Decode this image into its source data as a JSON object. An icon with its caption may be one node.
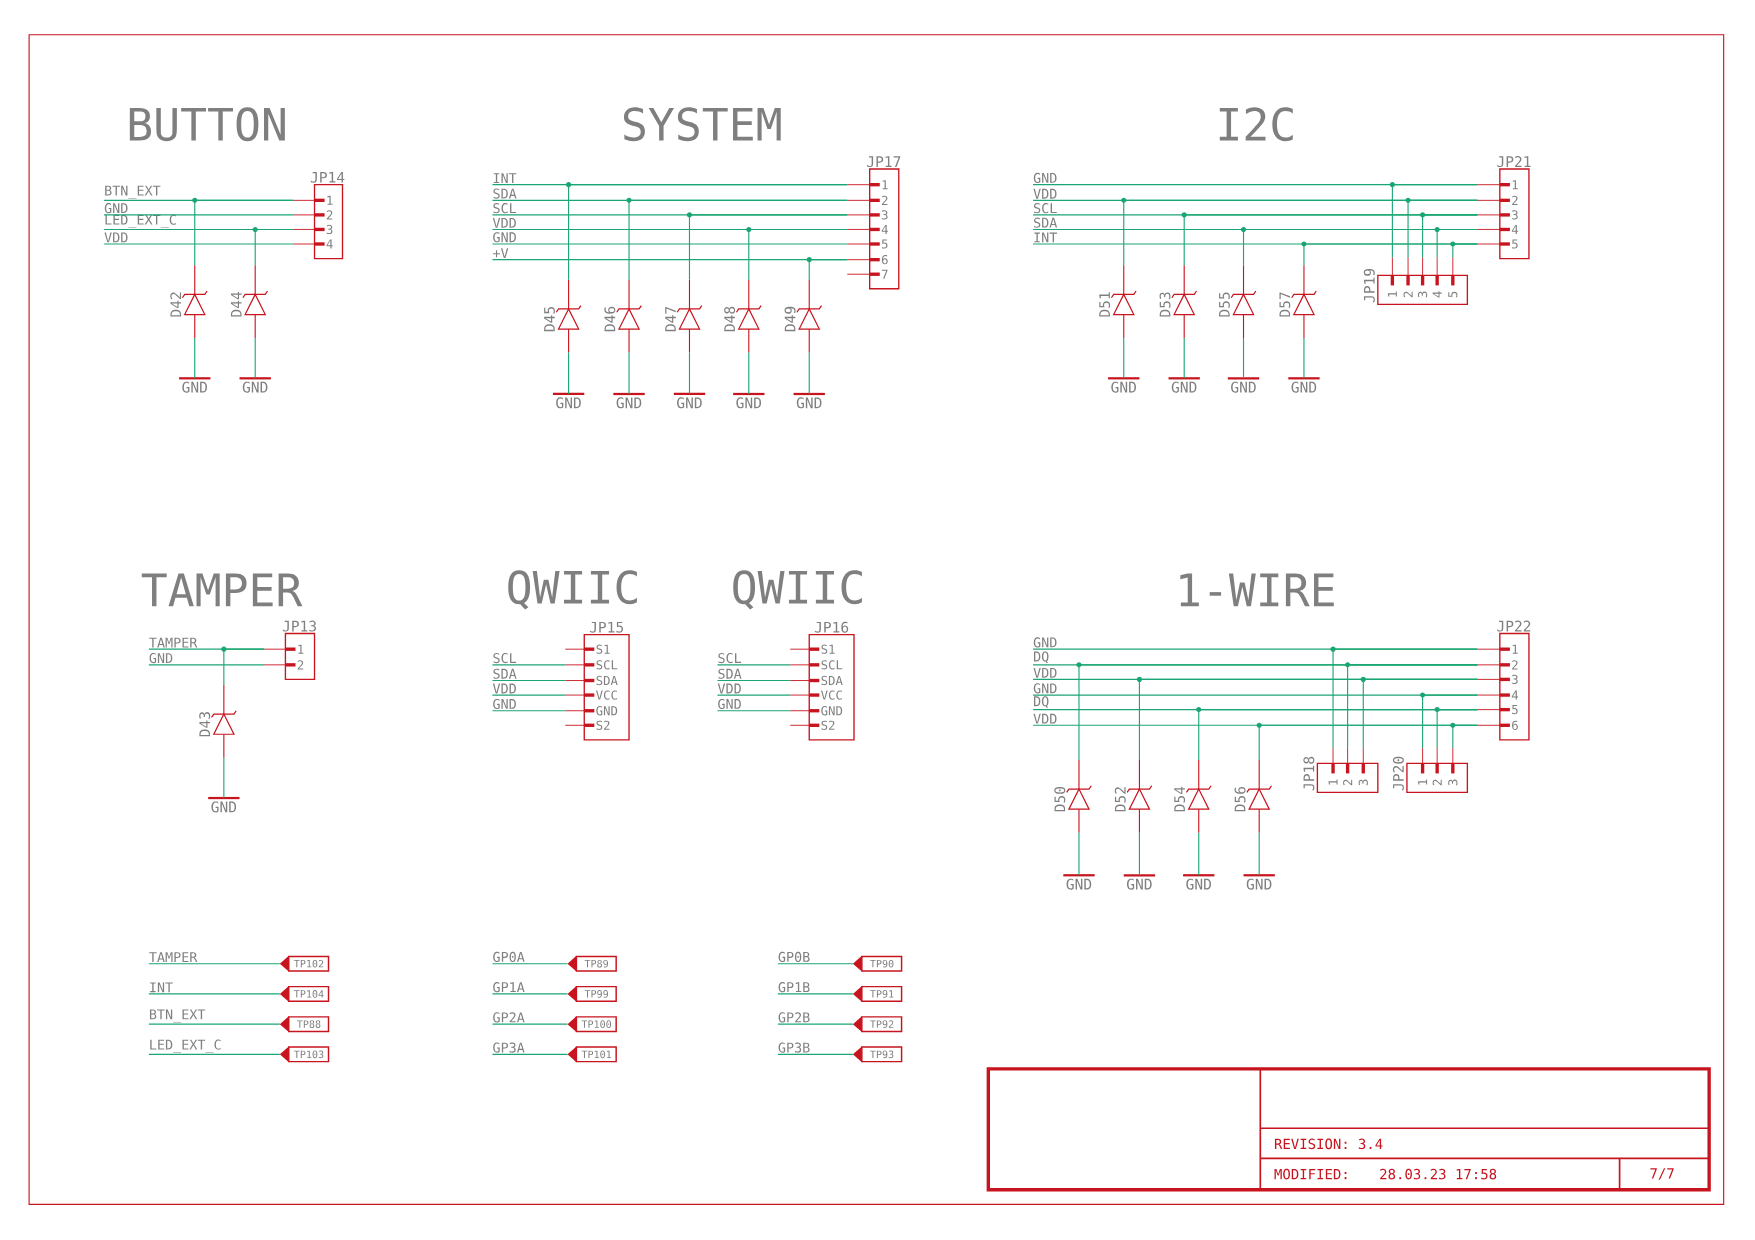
{
  "diagram": {
    "nodes": [
      {
        "text": [
          "BTN_EXT"
        ]
      },
      {
        "text": [
          "GND"
        ]
      },
      {
        "text": [
          "LED_EXT_C"
        ]
      },
      {
        "text": [
          "VDD"
        ]
      },
      {
        "text": [
          "JP14",
          "1",
          "2",
          "3",
          "4"
        ]
      },
      {
        "text": [
          "D42"
        ]
      },
      {
        "text": [
          "GND"
        ]
      },
      {
        "text": [
          "D44"
        ]
      },
      {
        "text": [
          "GND"
        ]
      },
      {
        "text": [
          "INT"
        ]
      },
      {
        "text": [
          "SDA"
        ]
      },
      {
        "text": [
          "SCL"
        ]
      },
      {
        "text": [
          "VDD"
        ]
      },
      {
        "text": [
          "GND"
        ]
      },
      {
        "text": [
          "+V"
        ]
      },
      {
        "text": [
          "JP17",
          "1",
          "2",
          "3",
          "4",
          "5",
          "6",
          "7"
        ]
      },
      {
        "text": [
          "D45"
        ]
      },
      {
        "text": [
          "GND"
        ]
      },
      {
        "text": [
          "D46"
        ]
      },
      {
        "text": [
          "GND"
        ]
      },
      {
        "text": [
          "D47"
        ]
      },
      {
        "text": [
          "GND"
        ]
      },
      {
        "text": [
          "D48"
        ]
      },
      {
        "text": [
          "GND"
        ]
      },
      {
        "text": [
          "D49"
        ]
      },
      {
        "text": [
          "GND"
        ]
      },
      {
        "text": [
          "GND"
        ]
      },
      {
        "text": [
          "VDD"
        ]
      },
      {
        "text": [
          "SCL"
        ]
      },
      {
        "text": [
          "SDA"
        ]
      },
      {
        "text": [
          "INT"
        ]
      },
      {
        "text": [
          "JP21",
          "1",
          "2",
          "3",
          "4",
          "5"
        ]
      },
      {
        "text": [
          "JP19",
          "1",
          "2",
          "3",
          "4",
          "5"
        ]
      },
      {
        "text": [
          "D51"
        ]
      },
      {
        "text": [
          "GND"
        ]
      },
      {
        "text": [
          "D53"
        ]
      },
      {
        "text": [
          "GND"
        ]
      },
      {
        "text": [
          "D55"
        ]
      },
      {
        "text": [
          "GND"
        ]
      },
      {
        "text": [
          "D57"
        ]
      },
      {
        "text": [
          "GND"
        ]
      },
      {
        "text": [
          "TAMPER"
        ]
      },
      {
        "text": [
          "GND"
        ]
      },
      {
        "text": [
          "JP13",
          "1",
          "2"
        ]
      },
      {
        "text": [
          "D43"
        ]
      },
      {
        "text": [
          "GND"
        ]
      },
      {
        "text": [
          "SCL"
        ]
      },
      {
        "text": [
          "SDA"
        ]
      },
      {
        "text": [
          "VDD"
        ]
      },
      {
        "text": [
          "GND"
        ]
      },
      {
        "text": [
          "JP15",
          "S1",
          "SCL",
          "SDA",
          "VCC",
          "GND",
          "S2"
        ]
      },
      {
        "text": [
          "SCL"
        ]
      },
      {
        "text": [
          "SDA"
        ]
      },
      {
        "text": [
          "VDD"
        ]
      },
      {
        "text": [
          "GND"
        ]
      },
      {
        "text": [
          "JP16",
          "S1",
          "SCL",
          "SDA",
          "VCC",
          "GND",
          "S2"
        ]
      },
      {
        "text": [
          "GND"
        ]
      },
      {
        "text": [
          "DQ"
        ]
      },
      {
        "text": [
          "VDD"
        ]
      },
      {
        "text": [
          "GND"
        ]
      },
      {
        "text": [
          "DQ"
        ]
      },
      {
        "text": [
          "VDD"
        ]
      },
      {
        "text": [
          "JP22",
          "1",
          "2",
          "3",
          "4",
          "5",
          "6"
        ]
      },
      {
        "text": [
          "JP18",
          "1",
          "2",
          "3"
        ]
      },
      {
        "text": [
          "JP20",
          "1",
          "2",
          "3"
        ]
      },
      {
        "text": [
          "D50"
        ]
      },
      {
        "text": [
          "GND"
        ]
      },
      {
        "text": [
          "D52"
        ]
      },
      {
        "text": [
          "GND"
        ]
      },
      {
        "text": [
          "D54"
        ]
      },
      {
        "text": [
          "GND"
        ]
      },
      {
        "text": [
          "D56"
        ]
      },
      {
        "text": [
          "GND"
        ]
      },
      {
        "text": [
          "TAMPER"
        ]
      },
      {
        "text": [
          "TP102"
        ]
      },
      {
        "text": [
          "INT"
        ]
      },
      {
        "text": [
          "TP104"
        ]
      },
      {
        "text": [
          "BTN_EXT"
        ]
      },
      {
        "text": [
          "TP88"
        ]
      },
      {
        "text": [
          "LED_EXT_C"
        ]
      },
      {
        "text": [
          "TP103"
        ]
      },
      {
        "text": [
          "GP0A"
        ]
      },
      {
        "text": [
          "TP89"
        ]
      },
      {
        "text": [
          "GP1A"
        ]
      },
      {
        "text": [
          "TP99"
        ]
      },
      {
        "text": [
          "GP2A"
        ]
      },
      {
        "text": [
          "TP100"
        ]
      },
      {
        "text": [
          "GP3A"
        ]
      },
      {
        "text": [
          "TP101"
        ]
      },
      {
        "text": [
          "GP0B"
        ]
      },
      {
        "text": [
          "TP90"
        ]
      },
      {
        "text": [
          "GP1B"
        ]
      },
      {
        "text": [
          "TP91"
        ]
      },
      {
        "text": [
          "GP2B"
        ]
      },
      {
        "text": [
          "TP92"
        ]
      },
      {
        "text": [
          "GP3B"
        ]
      },
      {
        "text": [
          "TP93"
        ]
      }
    ],
    "edges": [
      {
        "from": 0,
        "to": 4,
        "arrow": "none"
      },
      {
        "from": 1,
        "to": 4,
        "arrow": "none"
      },
      {
        "from": 2,
        "to": 4,
        "arrow": "none"
      },
      {
        "from": 3,
        "to": 4,
        "arrow": "none"
      },
      {
        "from": 5,
        "to": 4,
        "arrow": "none"
      },
      {
        "from": 7,
        "to": 4,
        "arrow": "none"
      },
      {
        "from": 5,
        "to": 6,
        "arrow": "none"
      },
      {
        "from": 7,
        "to": 8,
        "arrow": "none"
      },
      {
        "from": 9,
        "to": 15,
        "arrow": "none"
      },
      {
        "from": 10,
        "to": 15,
        "arrow": "none"
      },
      {
        "from": 11,
        "to": 15,
        "arrow": "none"
      },
      {
        "from": 12,
        "to": 15,
        "arrow": "none"
      },
      {
        "from": 13,
        "to": 15,
        "arrow": "none"
      },
      {
        "from": 14,
        "to": 15,
        "arrow": "none"
      },
      {
        "from": 16,
        "to": 15,
        "arrow": "none"
      },
      {
        "from": 18,
        "to": 15,
        "arrow": "none"
      },
      {
        "from": 20,
        "to": 15,
        "arrow": "none"
      },
      {
        "from": 22,
        "to": 15,
        "arrow": "none"
      },
      {
        "from": 24,
        "to": 15,
        "arrow": "none"
      },
      {
        "from": 16,
        "to": 17,
        "arrow": "none"
      },
      {
        "from": 18,
        "to": 19,
        "arrow": "none"
      },
      {
        "from": 20,
        "to": 21,
        "arrow": "none"
      },
      {
        "from": 22,
        "to": 23,
        "arrow": "none"
      },
      {
        "from": 24,
        "to": 25,
        "arrow": "none"
      },
      {
        "from": 26,
        "to": 31,
        "arrow": "none"
      },
      {
        "from": 27,
        "to": 31,
        "arrow": "none"
      },
      {
        "from": 28,
        "to": 31,
        "arrow": "none"
      },
      {
        "from": 29,
        "to": 31,
        "arrow": "none"
      },
      {
        "from": 30,
        "to": 31,
        "arrow": "none"
      },
      {
        "from": 32,
        "to": 31,
        "arrow": "none"
      },
      {
        "from": 32,
        "to": 31,
        "arrow": "none"
      },
      {
        "from": 32,
        "to": 31,
        "arrow": "none"
      },
      {
        "from": 32,
        "to": 31,
        "arrow": "none"
      },
      {
        "from": 32,
        "to": 31,
        "arrow": "none"
      },
      {
        "from": 33,
        "to": 31,
        "arrow": "none"
      },
      {
        "from": 35,
        "to": 31,
        "arrow": "none"
      },
      {
        "from": 37,
        "to": 31,
        "arrow": "none"
      },
      {
        "from": 39,
        "to": 31,
        "arrow": "none"
      },
      {
        "from": 33,
        "to": 34,
        "arrow": "none"
      },
      {
        "from": 35,
        "to": 36,
        "arrow": "none"
      },
      {
        "from": 37,
        "to": 38,
        "arrow": "none"
      },
      {
        "from": 39,
        "to": 40,
        "arrow": "none"
      },
      {
        "from": 41,
        "to": 43,
        "arrow": "none"
      },
      {
        "from": 42,
        "to": 43,
        "arrow": "none"
      },
      {
        "from": 44,
        "to": 43,
        "arrow": "none"
      },
      {
        "from": 44,
        "to": 45,
        "arrow": "none"
      },
      {
        "from": 46,
        "to": 50,
        "arrow": "none"
      },
      {
        "from": 47,
        "to": 50,
        "arrow": "none"
      },
      {
        "from": 48,
        "to": 50,
        "arrow": "none"
      },
      {
        "from": 49,
        "to": 50,
        "arrow": "none"
      },
      {
        "from": 51,
        "to": 55,
        "arrow": "none"
      },
      {
        "from": 52,
        "to": 55,
        "arrow": "none"
      },
      {
        "from": 53,
        "to": 55,
        "arrow": "none"
      },
      {
        "from": 54,
        "to": 55,
        "arrow": "none"
      },
      {
        "from": 56,
        "to": 62,
        "arrow": "none"
      },
      {
        "from": 57,
        "to": 62,
        "arrow": "none"
      },
      {
        "from": 58,
        "to": 62,
        "arrow": "none"
      },
      {
        "from": 59,
        "to": 62,
        "arrow": "none"
      },
      {
        "from": 60,
        "to": 62,
        "arrow": "none"
      },
      {
        "from": 61,
        "to": 62,
        "arrow": "none"
      },
      {
        "from": 63,
        "to": 62,
        "arrow": "none"
      },
      {
        "from": 63,
        "to": 62,
        "arrow": "none"
      },
      {
        "from": 63,
        "to": 62,
        "arrow": "none"
      },
      {
        "from": 64,
        "to": 62,
        "arrow": "none"
      },
      {
        "from": 64,
        "to": 62,
        "arrow": "none"
      },
      {
        "from": 64,
        "to": 62,
        "arrow": "none"
      },
      {
        "from": 65,
        "to": 62,
        "arrow": "none"
      },
      {
        "from": 67,
        "to": 62,
        "arrow": "none"
      },
      {
        "from": 69,
        "to": 62,
        "arrow": "none"
      },
      {
        "from": 71,
        "to": 62,
        "arrow": "none"
      },
      {
        "from": 65,
        "to": 66,
        "arrow": "none"
      },
      {
        "from": 67,
        "to": 68,
        "arrow": "none"
      },
      {
        "from": 69,
        "to": 70,
        "arrow": "none"
      },
      {
        "from": 71,
        "to": 72,
        "arrow": "none"
      },
      {
        "from": 73,
        "to": 74,
        "arrow": "none"
      },
      {
        "from": 75,
        "to": 76,
        "arrow": "none"
      },
      {
        "from": 77,
        "to": 78,
        "arrow": "none"
      },
      {
        "from": 79,
        "to": 80,
        "arrow": "none"
      },
      {
        "from": 81,
        "to": 82,
        "arrow": "none"
      },
      {
        "from": 83,
        "to": 84,
        "arrow": "none"
      },
      {
        "from": 85,
        "to": 86,
        "arrow": "none"
      },
      {
        "from": 87,
        "to": 88,
        "arrow": "none"
      },
      {
        "from": 89,
        "to": 90,
        "arrow": "none"
      },
      {
        "from": 91,
        "to": 92,
        "arrow": "none"
      },
      {
        "from": 93,
        "to": 94,
        "arrow": "none"
      },
      {
        "from": 95,
        "to": 96,
        "arrow": "none"
      }
    ],
    "labels": [
      "BUTTON",
      "SYSTEM",
      "I2C",
      "TAMPER",
      "QWIIC",
      "QWIIC",
      "1-WIRE",
      "REVISION:",
      "3.4",
      "MODIFIED:",
      "28.03.23 17:58",
      "7/7"
    ]
  }
}
